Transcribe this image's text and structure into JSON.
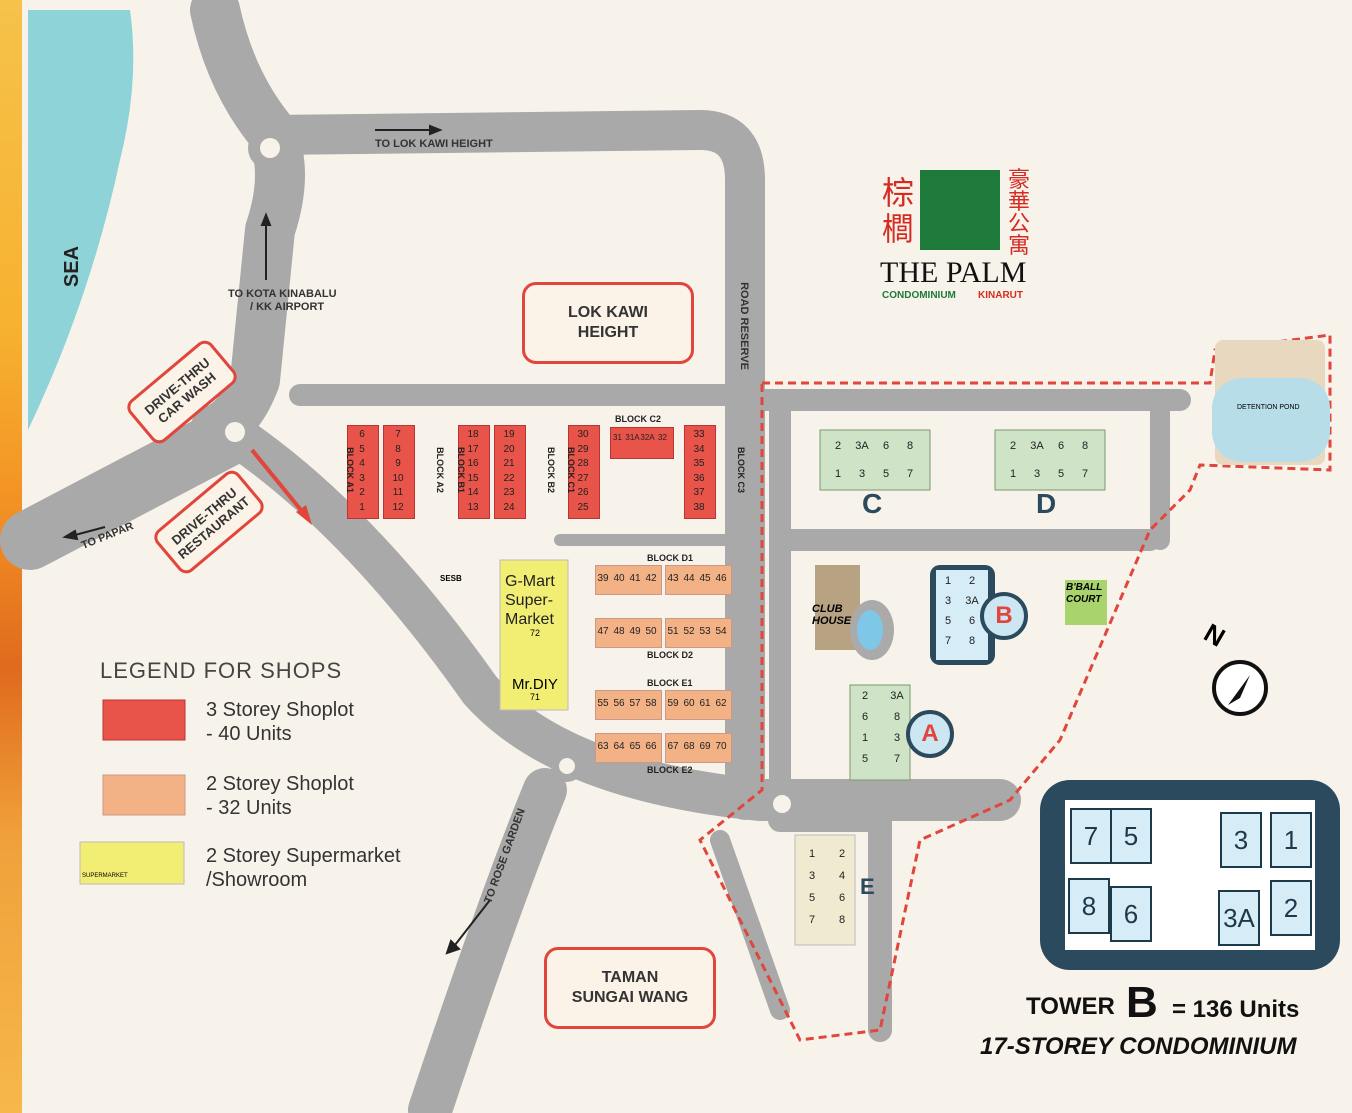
{
  "labels": {
    "sea": "SEA",
    "to_lok_kawi": "TO LOK KAWI HEIGHT",
    "to_kota_kinabalu": "TO KOTA KINABALU",
    "kk_airport": "/ KK AIRPORT",
    "to_papar": "TO PAPAR",
    "to_rose_garden": "TO ROSE GARDEN",
    "road_reserve": "ROAD RESERVE",
    "lok_kawi_height": "LOK KAWI\nHEIGHT",
    "drive_thru_car_wash": "DRIVE-THRU\nCAR WASH",
    "drive_thru_restaurant": "DRIVE-THRU\nRESTAURANT",
    "taman_sungai_wang": "TAMAN\nSUNGAI WANG",
    "detention_pond": "DETENTION POND",
    "club_house": "CLUB\nHOUSE",
    "bball_court": "B'BALL\nCOURT",
    "sesb": "SESB",
    "north": "N"
  },
  "logo": {
    "chinese_left": "棕\n櫚",
    "chinese_right": "豪華公寓",
    "name": "THE PALM",
    "subtitle_a": "CONDOMINIUM",
    "subtitle_b": "KINARUT"
  },
  "blocks_3storey": [
    {
      "name": "BLOCK A1",
      "units": [
        "6",
        "5",
        "4",
        "3",
        "2",
        "1"
      ]
    },
    {
      "name": "BLOCK A2",
      "units": [
        "7",
        "8",
        "9",
        "10",
        "11",
        "12"
      ]
    },
    {
      "name": "BLOCK B1",
      "units": [
        "18",
        "17",
        "16",
        "15",
        "14",
        "13"
      ]
    },
    {
      "name": "BLOCK B2",
      "units": [
        "19",
        "20",
        "21",
        "22",
        "23",
        "24"
      ]
    },
    {
      "name": "BLOCK C1",
      "units": [
        "30",
        "29",
        "28",
        "27",
        "26",
        "25"
      ]
    },
    {
      "name": "BLOCK C3",
      "units": [
        "33",
        "34",
        "35",
        "36",
        "37",
        "38"
      ]
    },
    {
      "name": "BLOCK C2",
      "units": [
        "31",
        "31A",
        "32A",
        "32"
      ]
    }
  ],
  "blocks_2storey": [
    {
      "name": "BLOCK D1",
      "units": [
        "39",
        "40",
        "41",
        "42",
        "43",
        "44",
        "45",
        "46"
      ]
    },
    {
      "name": "BLOCK D2",
      "units": [
        "47",
        "48",
        "49",
        "50",
        "51",
        "52",
        "53",
        "54"
      ]
    },
    {
      "name": "BLOCK E1",
      "units": [
        "55",
        "56",
        "57",
        "58",
        "59",
        "60",
        "61",
        "62"
      ]
    },
    {
      "name": "BLOCK E2",
      "units": [
        "63",
        "64",
        "65",
        "66",
        "67",
        "68",
        "69",
        "70"
      ]
    }
  ],
  "supermarket": {
    "gmart": "G-Mart\nSuper-\nMarket",
    "gmart_no": "72",
    "mrdiy": "Mr.DIY",
    "mrdiy_no": "71"
  },
  "towers": {
    "A": "A",
    "B": "B",
    "C": "C",
    "D": "D",
    "E": "E",
    "tower_units": [
      "2",
      "3A",
      "6",
      "8",
      "1",
      "3",
      "5",
      "7"
    ],
    "tower_b_units": [
      "1",
      "2",
      "3",
      "3A",
      "5",
      "6",
      "7",
      "8"
    ],
    "tower_e_units": [
      "1",
      "2",
      "3",
      "4",
      "5",
      "6",
      "7",
      "8"
    ]
  },
  "legend": {
    "title": "LEGEND FOR SHOPS",
    "items": [
      {
        "label": "3 Storey Shoplot",
        "sub": "- 40 Units",
        "color": "#e8544a"
      },
      {
        "label": "2 Storey Shoplot",
        "sub": "- 32 Units",
        "color": "#f2b285"
      },
      {
        "label": "2 Storey Supermarket",
        "sub": "/Showroom",
        "color": "#f2ee74"
      }
    ],
    "supermarket_tag": "SUPERMARKET"
  },
  "tower_plan": {
    "units": [
      "7",
      "5",
      "3",
      "1",
      "8",
      "6",
      "3A",
      "2"
    ],
    "caption_a": "TOWER",
    "caption_b": "B",
    "caption_c": "= 136 Units",
    "subcaption": "17-STOREY CONDOMINIUM"
  },
  "colors": {
    "road": "#a9a9a9",
    "sea": "#8ed3d8",
    "shop3": "#e8544a",
    "shop2": "#f2b285",
    "accent_red": "#e0463b",
    "navy": "#2b4a5e"
  }
}
